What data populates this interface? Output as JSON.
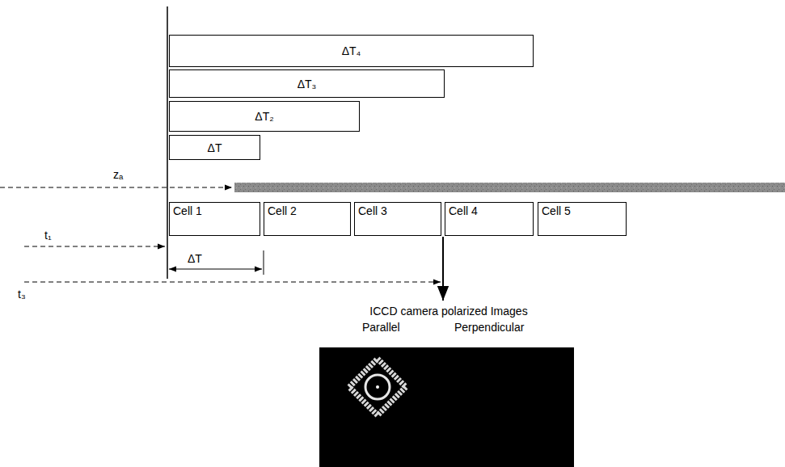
{
  "diagram": {
    "nodes": [
      {
        "text": [
          "ΔT₄"
        ]
      },
      {
        "text": [
          "ΔT₃"
        ]
      },
      {
        "text": [
          "ΔT₂"
        ]
      },
      {
        "text": [
          "ΔT"
        ]
      },
      {
        "text": [
          "Cell 1"
        ]
      },
      {
        "text": [
          "Cell 2"
        ]
      },
      {
        "text": [
          "Cell 3"
        ]
      },
      {
        "text": [
          "Cell 4"
        ]
      },
      {
        "text": [
          "Cell 5"
        ]
      }
    ],
    "labels": [
      "zₐ",
      "t₁",
      "ΔT",
      "t₃",
      "ICCD camera polarized Images",
      "Parallel",
      "Perpendicular"
    ]
  }
}
